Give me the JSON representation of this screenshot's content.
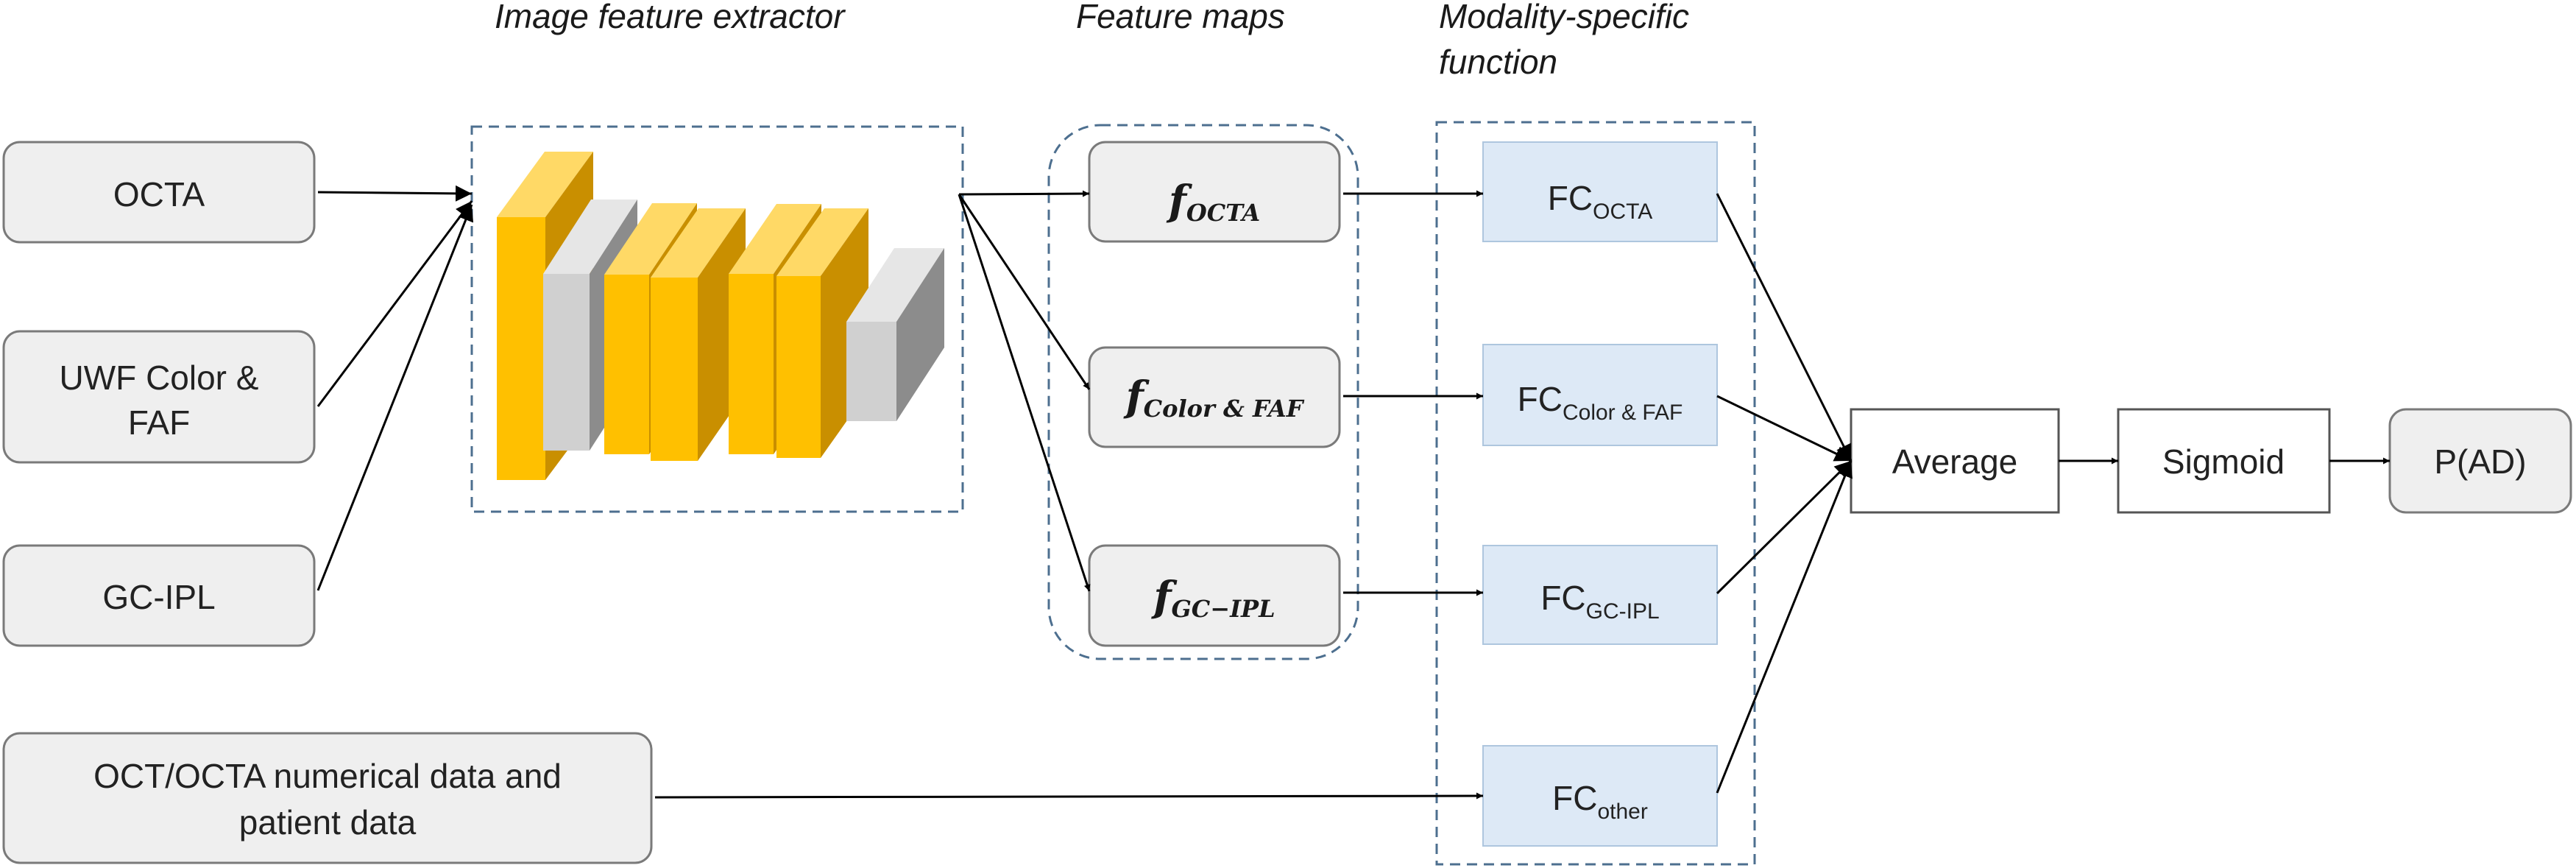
{
  "headers": {
    "extractor": "Image feature extractor",
    "feature_maps": "Feature maps",
    "modality_line1": "Modality-specific",
    "modality_line2": "function"
  },
  "inputs": {
    "octa": "OCTA",
    "uwf_line1": "UWF Color &",
    "uwf_line2": "FAF",
    "gcipl": "GC-IPL",
    "numeric_line1": "OCT/OCTA numerical data and",
    "numeric_line2": "patient data"
  },
  "feature_maps": [
    {
      "base": "f",
      "sub": "OCTA"
    },
    {
      "base": "f",
      "sub": "Color & FAF"
    },
    {
      "base": "f",
      "sub": "GC−IPL"
    }
  ],
  "fc": [
    {
      "base": "FC",
      "sub": "OCTA"
    },
    {
      "base": "FC",
      "sub": "Color & FAF"
    },
    {
      "base": "FC",
      "sub": "GC-IPL"
    },
    {
      "base": "FC",
      "sub": "other"
    }
  ],
  "pipeline": {
    "average": "Average",
    "sigmoid": "Sigmoid",
    "output": "P(AD)"
  },
  "colors": {
    "input_fill": "#efefef",
    "fc_fill": "#dde9f6",
    "dashed_border": "#4d6f8f",
    "layer_yellow": "#ffc000",
    "layer_grey": "#bfbfbf"
  }
}
